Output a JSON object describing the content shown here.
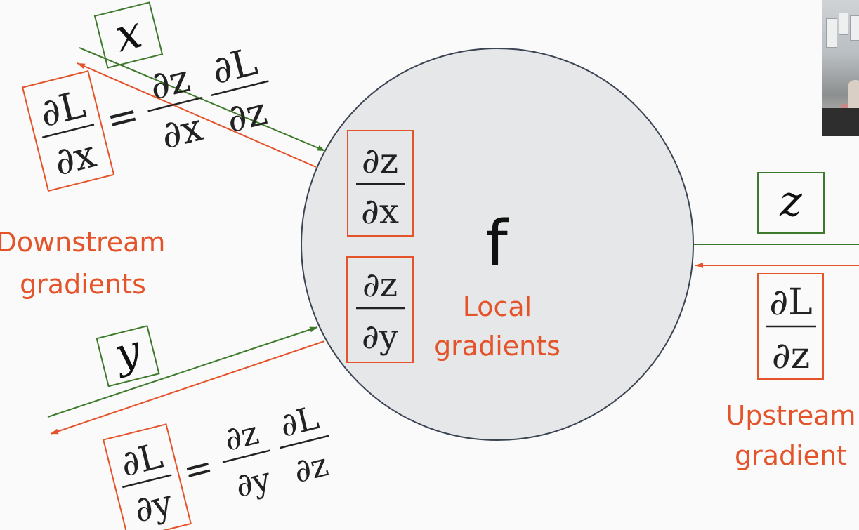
{
  "node": {
    "function_label": "f",
    "local_caption_line1": "Local",
    "local_caption_line2": "gradients"
  },
  "inputs": {
    "x_var": "x",
    "y_var": "y",
    "z_var": "z"
  },
  "local_gradients": {
    "dzdx_num": "∂z",
    "dzdx_den": "∂x",
    "dzdy_num": "∂z",
    "dzdy_den": "∂y"
  },
  "downstream_x": {
    "lhs_num": "∂L",
    "lhs_den": "∂x",
    "equals": "=",
    "f1_num": "∂z",
    "f1_den": "∂x",
    "f2_num": "∂L",
    "f2_den": "∂z"
  },
  "downstream_y": {
    "lhs_num": "∂L",
    "lhs_den": "∂y",
    "equals": "=",
    "f1_num": "∂z",
    "f1_den": "∂y",
    "f2_num": "∂L",
    "f2_den": "∂z"
  },
  "upstream": {
    "num": "∂L",
    "den": "∂z",
    "caption_line1": "Upstream",
    "caption_line2": "gradient"
  },
  "downstream_caption": {
    "line1": "Downstream",
    "line2": "gradients"
  },
  "colors": {
    "forward_arrow": "#3e7a2c",
    "backward_arrow": "#e4532a",
    "caption_orange": "#e4532a",
    "node_fill": "#e6e7e8",
    "node_stroke": "#3a4452"
  }
}
